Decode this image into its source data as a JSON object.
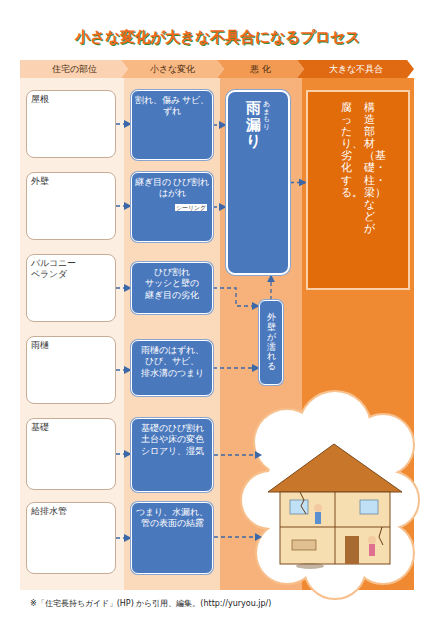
{
  "diagram": {
    "title": "小さな変化が大きな不具合になるプロセス",
    "caption": "※「住宅長持ちガイド」(HP) から引用、編集。(http://yuryou.jp/)",
    "nodes": [
      {
        "text": [
          "住宅の部位"
        ]
      },
      {
        "text": [
          "小さな変化"
        ]
      },
      {
        "text": [
          "悪 化"
        ]
      },
      {
        "text": [
          "大きな不具合"
        ]
      },
      {
        "text": [
          "屋根"
        ]
      },
      {
        "text": [
          "外壁"
        ]
      },
      {
        "text": [
          "バルコニー ベランダ"
        ]
      },
      {
        "text": [
          "雨樋"
        ]
      },
      {
        "text": [
          "基礎"
        ]
      },
      {
        "text": [
          "給排水管"
        ]
      },
      {
        "text": [
          "割れ、傷み サビ、ずれ"
        ]
      },
      {
        "text": [
          "継ぎ目の ひび割れ はがれ"
        ]
      },
      {
        "text": [
          "ひび割れ サッシと壁の 継ぎ目の劣化"
        ]
      },
      {
        "text": [
          "雨樋のはずれ、 ひび、サビ、 排水溝のつまり"
        ]
      },
      {
        "text": [
          "基礎のひび割れ 土台や床の変色 シロアリ、湿気"
        ]
      },
      {
        "text": [
          "つまり、水漏れ、 管の表面の結露"
        ]
      },
      {
        "text": [
          "雨漏り",
          "あまもり"
        ]
      },
      {
        "text": [
          "外壁が濡れる"
        ]
      },
      {
        "text": [
          "構造部材（基礎・柱・梁）などが",
          "腐ったり、劣化する。"
        ]
      }
    ],
    "edges": [
      {
        "from": 4,
        "to": 10,
        "arrow": "to"
      },
      {
        "from": 5,
        "to": 11,
        "arrow": "to"
      },
      {
        "from": 6,
        "to": 12,
        "arrow": "to"
      },
      {
        "from": 7,
        "to": 13,
        "arrow": "to"
      },
      {
        "from": 8,
        "to": 14,
        "arrow": "to"
      },
      {
        "from": 9,
        "to": 15,
        "arrow": "to"
      },
      {
        "from": 10,
        "to": 16,
        "arrow": "to"
      },
      {
        "from": 11,
        "to": 16,
        "arrow": "to"
      },
      {
        "from": 12,
        "to": 17,
        "arrow": "to"
      },
      {
        "from": 13,
        "to": 17,
        "arrow": "to"
      },
      {
        "from": 17,
        "to": 16,
        "arrow": "to"
      },
      {
        "from": 16,
        "to": 18,
        "arrow": "to"
      }
    ],
    "labels": [
      "シーリング"
    ]
  }
}
